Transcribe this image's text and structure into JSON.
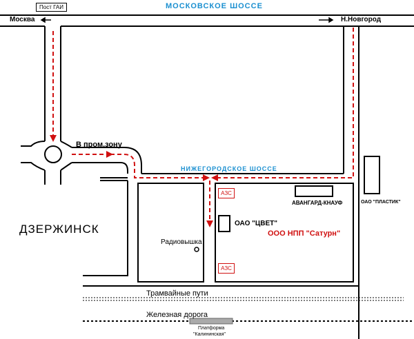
{
  "labels": {
    "post_gai": "Пост ГАИ",
    "moscow_highway": "МОСКОВСКОЕ ШОССЕ",
    "moscow": "Москва",
    "n_novgorod": "Н.Новгород",
    "to_industrial_zone": "В пром.зону",
    "nizhegorod_highway": "НИЖЕГОРОДСКОЕ ШОССЕ",
    "azs_top": "АЗС",
    "avangard": "АВАНГАРД-КНАУФ",
    "plastik": "ОАО \"ПЛАСТИК\"",
    "dzerzhinsk": "ДЗЕРЖИНСК",
    "tsvet": "ОАО \"ЦВЕТ\"",
    "saturn": "ООО НПП \"Сатурн\"",
    "radio_tower": "Радиовышка",
    "azs_bottom": "АЗС",
    "tram_tracks": "Трамвайные пути",
    "railway": "Железная дорога",
    "platform_line1": "Платформа",
    "platform_line2": "\"Калининская\""
  },
  "colors": {
    "road_label": "#1a8fd0",
    "route": "#d01010",
    "saturn": "#d01010",
    "lines": "#000000"
  }
}
